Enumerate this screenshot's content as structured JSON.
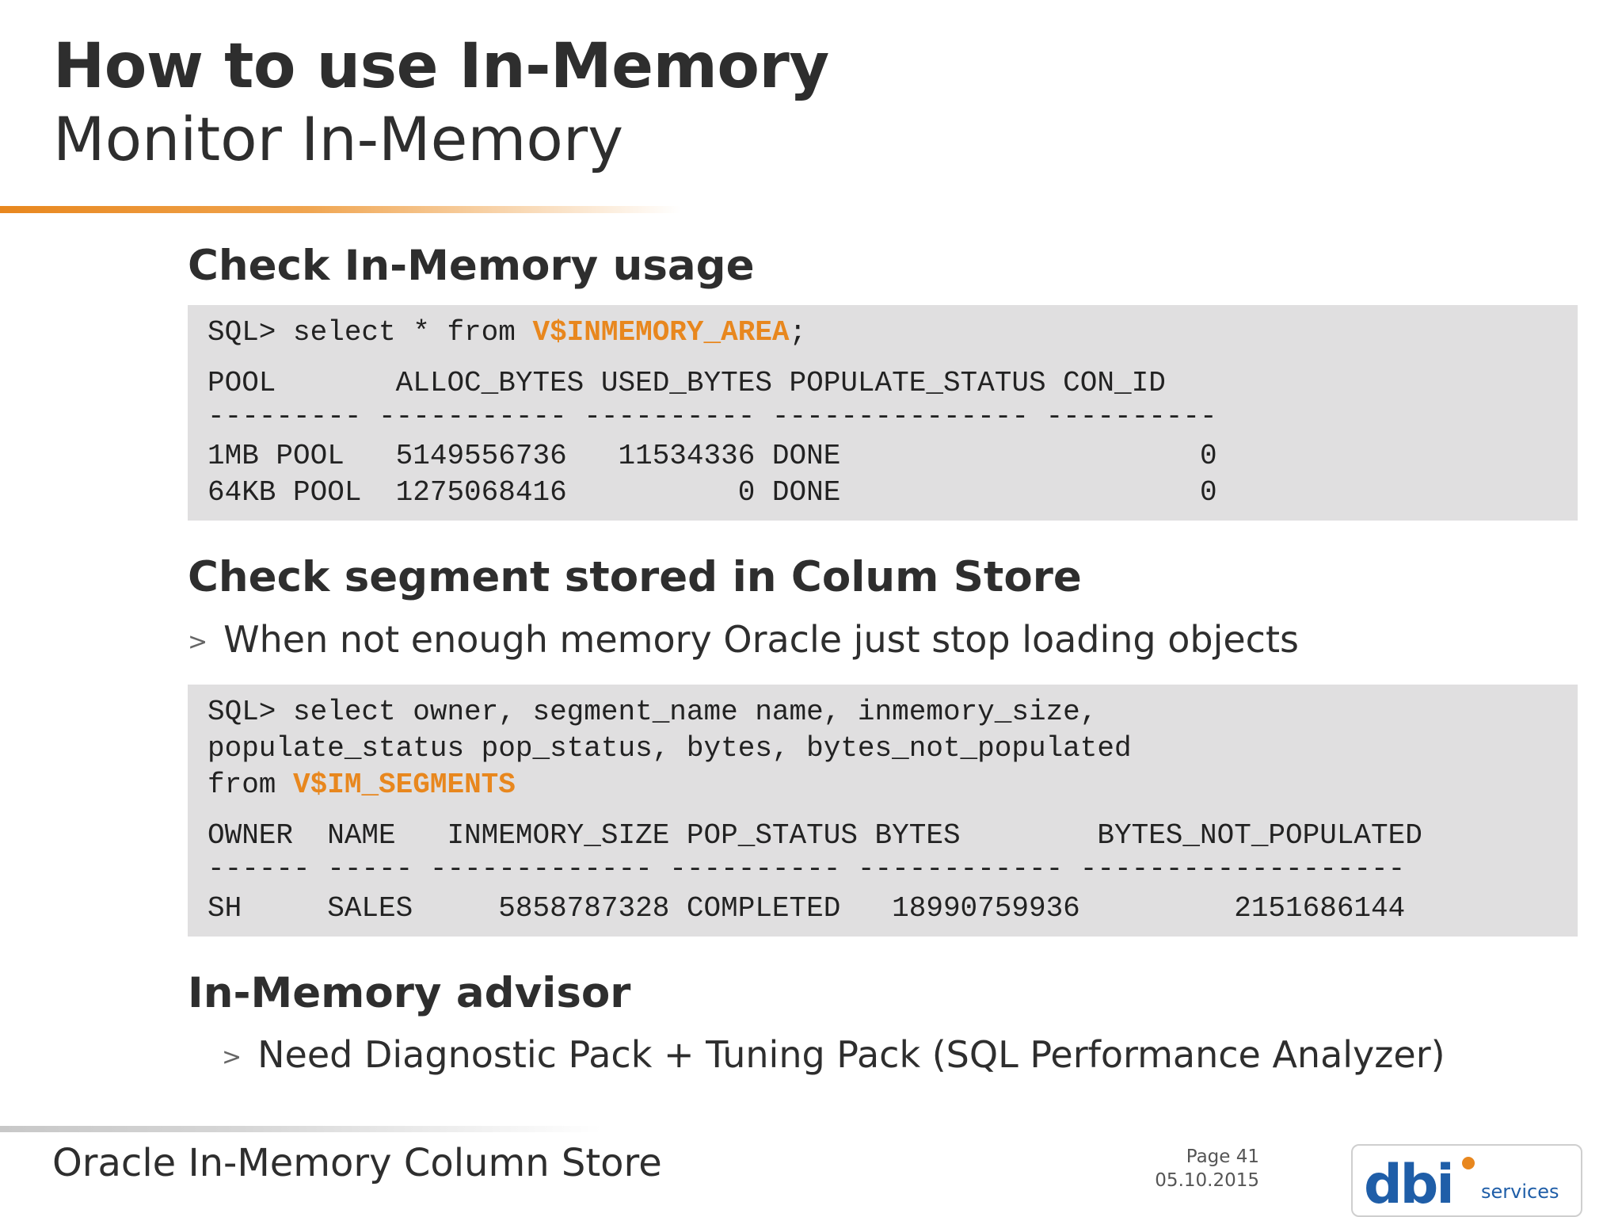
{
  "slide": {
    "title": "How to use In-Memory",
    "subtitle": "Monitor In-Memory"
  },
  "section1": {
    "heading": "Check In-Memory usage",
    "code": {
      "prompt": "SQL> select * from ",
      "view": "V$INMEMORY_AREA",
      "terminator": ";",
      "header": "POOL       ALLOC_BYTES USED_BYTES POPULATE_STATUS CON_ID",
      "separator": "--------- ----------- ---------- --------------- ----------",
      "rows": [
        "1MB POOL   5149556736   11534336 DONE                     0",
        "64KB POOL  1275068416          0 DONE                     0"
      ]
    }
  },
  "section2": {
    "heading": "Check segment stored in Colum Store",
    "bullet": "When not enough memory Oracle just stop loading objects",
    "code": {
      "line1": "SQL> select owner, segment_name name, inmemory_size,",
      "line2": "populate_status pop_status, bytes, bytes_not_populated",
      "line3_prefix": "from ",
      "view": "V$IM_SEGMENTS",
      "header": "OWNER  NAME   INMEMORY_SIZE POP_STATUS BYTES        BYTES_NOT_POPULATED",
      "separator": "------ ----- ------------- ---------- ------------ -------------------",
      "rows": [
        "SH     SALES     5858787328 COMPLETED   18990759936         2151686144"
      ]
    }
  },
  "section3": {
    "heading": "In-Memory advisor",
    "bullet": "Need Diagnostic Pack + Tuning Pack (SQL Performance Analyzer)"
  },
  "bullet_marker": ">",
  "footer": {
    "title": "Oracle In-Memory Column Store",
    "page": "Page 41",
    "date": "05.10.2015"
  },
  "logo": {
    "text_main": "dbi",
    "text_sub": "services",
    "color_main": "#1f5ea8",
    "color_accent": "#e8871e"
  },
  "colors": {
    "accent": "#e8871e",
    "code_bg": "#e0dfe0",
    "text": "#2e2e2e"
  }
}
